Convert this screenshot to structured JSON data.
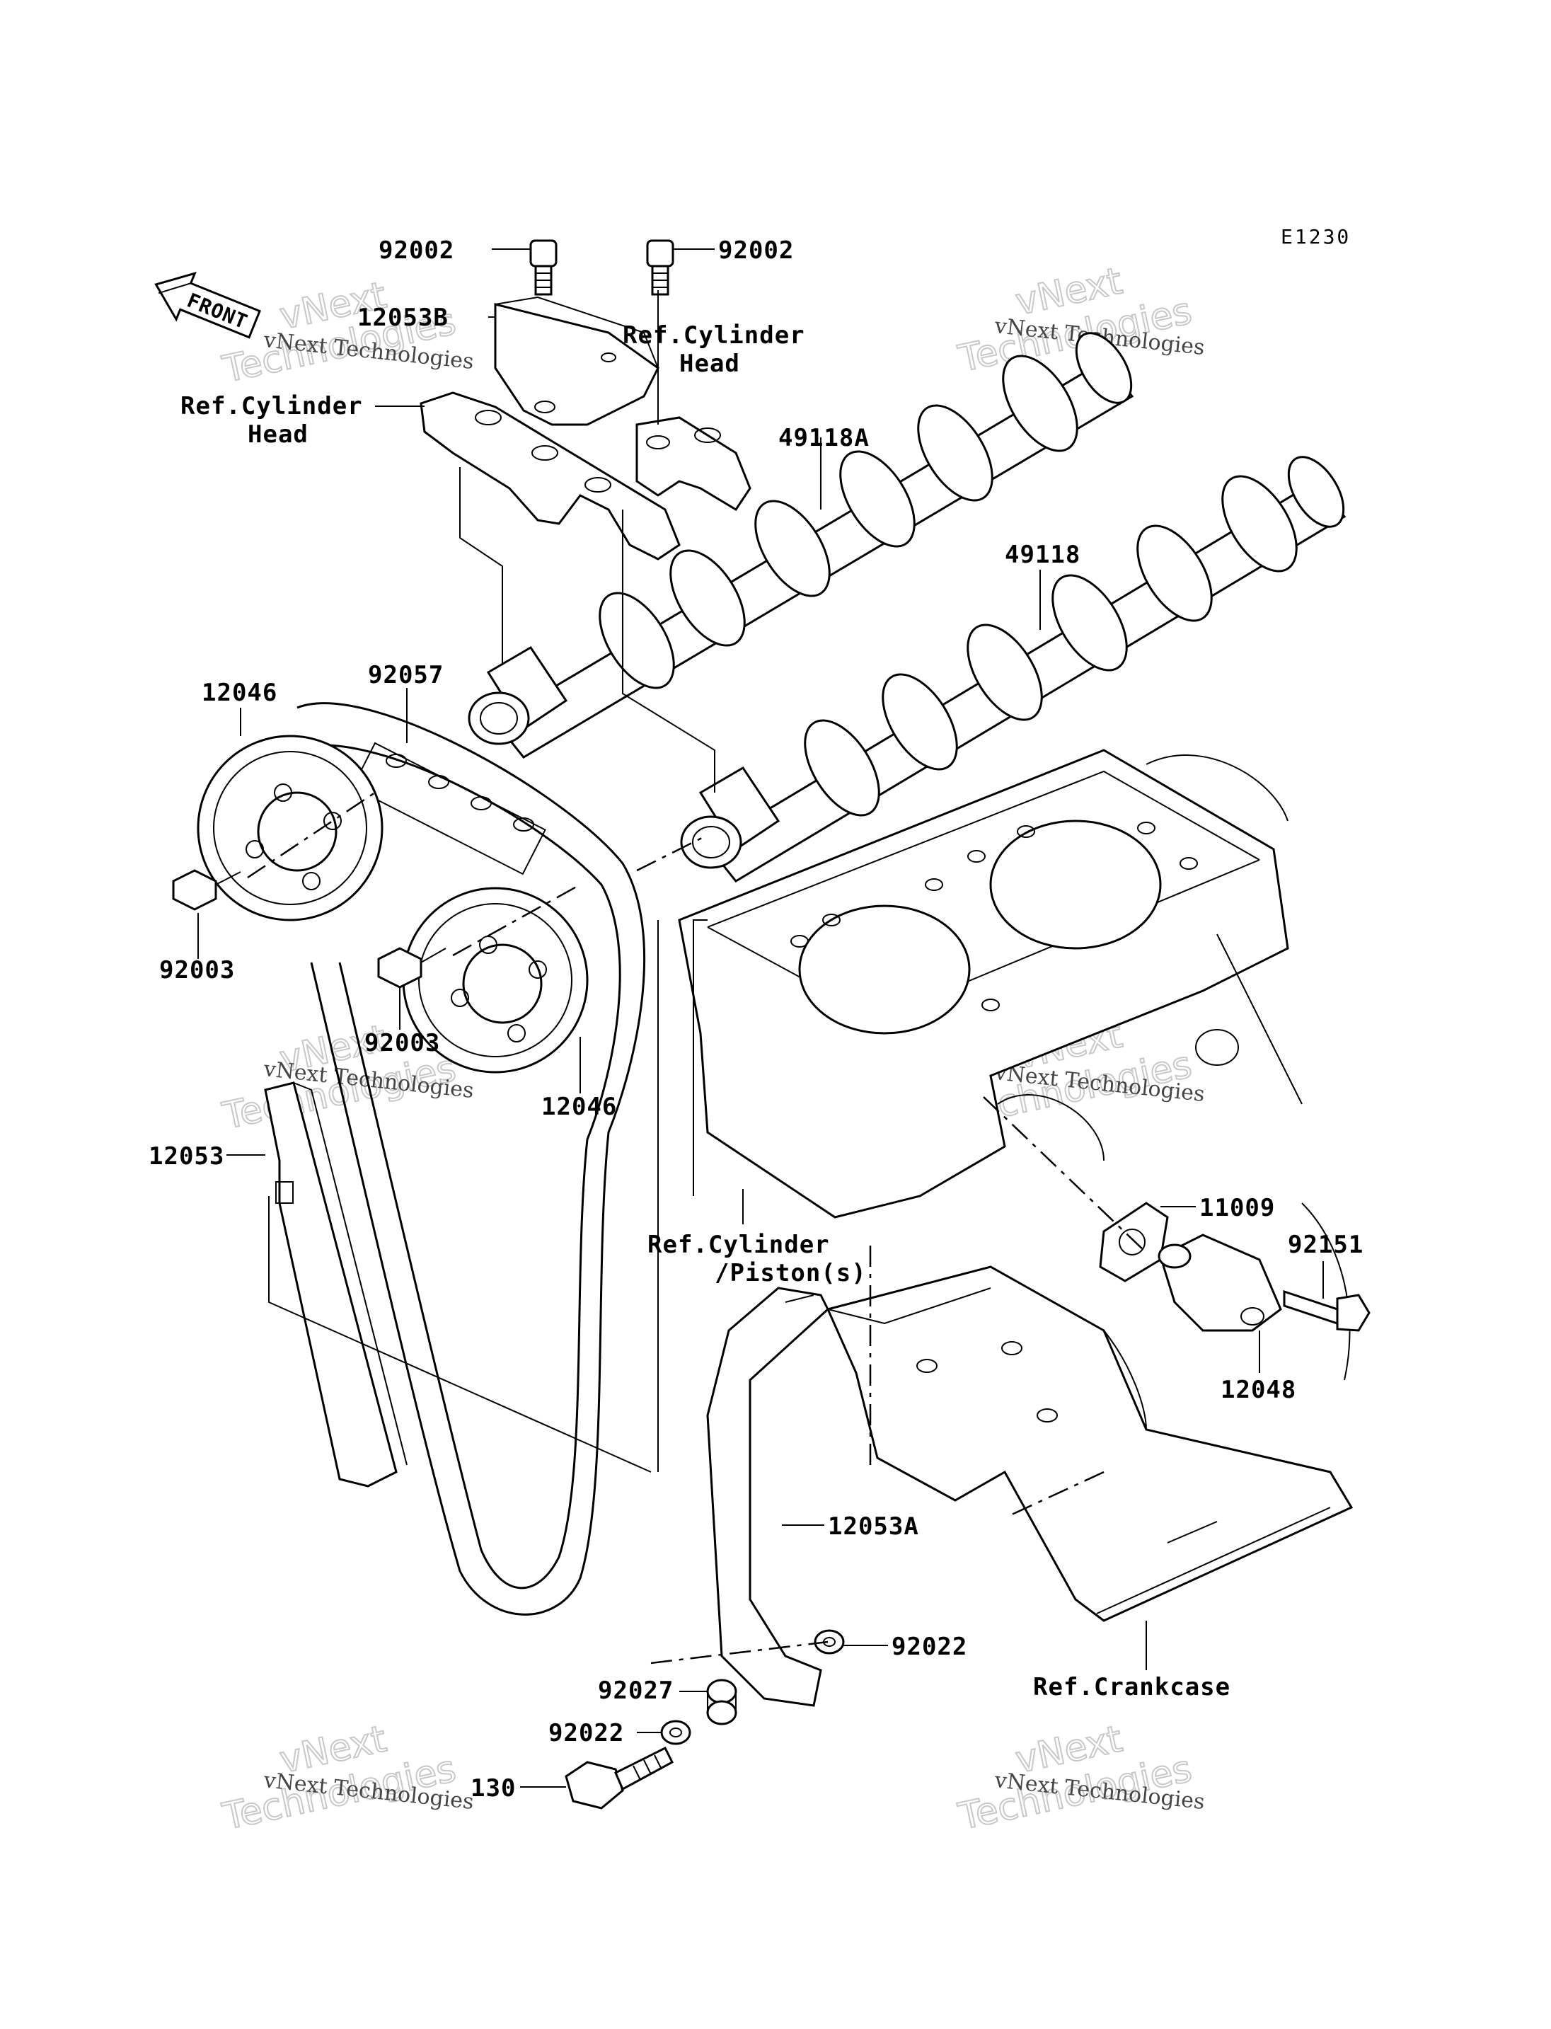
{
  "diagram_code": "E1230",
  "front_arrow_label": "FRONT",
  "parts": {
    "p92002_left": "92002",
    "p92002_right": "92002",
    "p12053B": "12053B",
    "p49118A": "49118A",
    "p49118": "49118",
    "p92057": "92057",
    "p12046_top": "12046",
    "p12046_bottom": "12046",
    "p92003_left": "92003",
    "p92003_mid": "92003",
    "p12053": "12053",
    "p11009": "11009",
    "p92151": "92151",
    "p12048": "12048",
    "p12053A": "12053A",
    "p92022_right": "92022",
    "p92027": "92027",
    "p92022_left": "92022",
    "p130": "130"
  },
  "refs": {
    "cyl_head_left_1": "Ref.Cylinder",
    "cyl_head_left_2": "Head",
    "cyl_head_right_1": "Ref.Cylinder",
    "cyl_head_right_2": "Head",
    "cyl_piston_1": "Ref.Cylinder",
    "cyl_piston_2": "/Piston(s)",
    "crankcase": "Ref.Crankcase"
  },
  "watermarks": {
    "small": "vNext Technologies",
    "big_1": "vNext",
    "big_2": "Technologies"
  }
}
